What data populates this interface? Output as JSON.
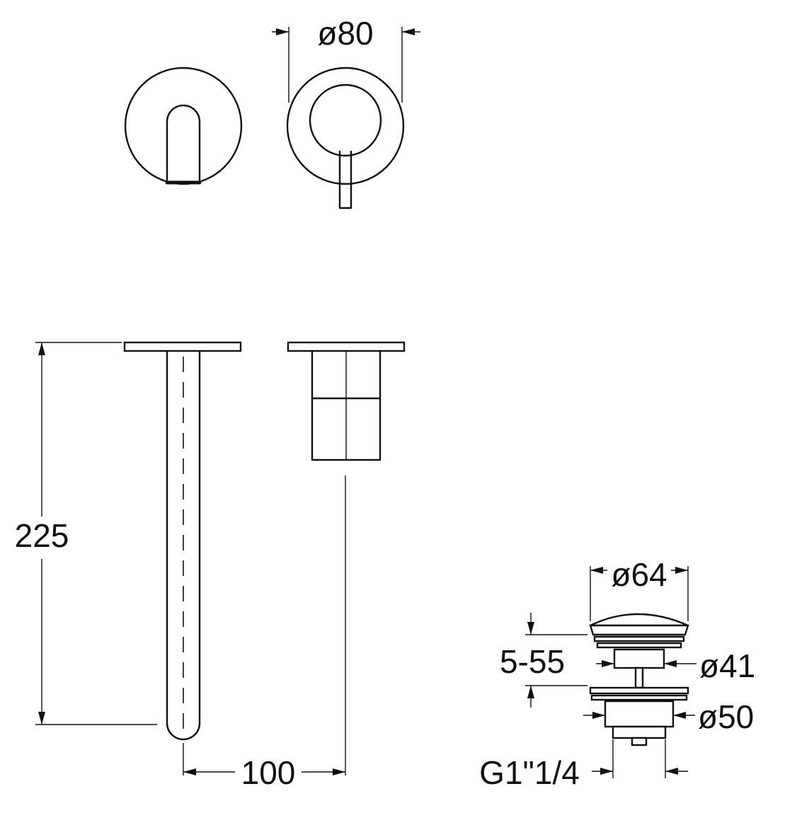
{
  "dimensions": {
    "rosette_diameter": "ø80",
    "spout_length": "225",
    "spout_projection": "100",
    "waste_cap_diameter": "ø64",
    "waste_thickness_range": "5-55",
    "waste_body_diameter": "ø41",
    "waste_flange_diameter": "ø50",
    "waste_thread": "G1\"1/4"
  }
}
